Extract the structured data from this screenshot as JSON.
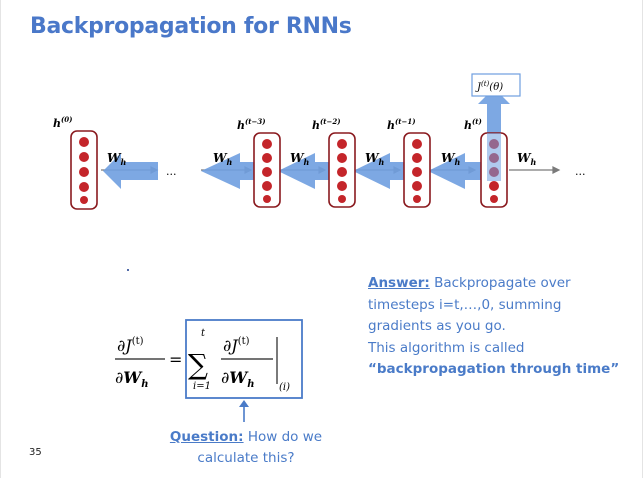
{
  "slide": {
    "title": "Backpropagation for RNNs",
    "page_number": "35"
  },
  "diagram": {
    "hidden_labels": [
      "h",
      "h",
      "h",
      "h",
      "h"
    ],
    "hidden_superscripts": [
      "(0)",
      "(t−3)",
      "(t−2)",
      "(t−1)",
      "(t)"
    ],
    "weight_symbol": "W",
    "weight_subscript": "h",
    "ellipsis": "...",
    "loss_label": "J",
    "loss_superscript": "(t)",
    "loss_arg": "(θ)"
  },
  "formula": {
    "partial": "∂",
    "J": "J",
    "sup_t": "(t)",
    "W": "W",
    "sub_h": "h",
    "equals": "=",
    "sigma": "∑",
    "sum_upper": "t",
    "sum_lower": "i=1",
    "eval_sub": "(i)"
  },
  "answer": {
    "label": "Answer:",
    "line1": " Backpropagate over",
    "line2": "timesteps i=t,…,0, summing",
    "line3": "gradients as you go.",
    "line4": "This algorithm is called",
    "line5": "“backpropagation through time”"
  },
  "question": {
    "label": "Question:",
    "line1": " How do we",
    "line2": "calculate this?"
  },
  "colors": {
    "title_blue": "#4a78c9",
    "arrow_blue": "#6f9ee0",
    "neuron_red": "#c4252a",
    "box_border": "#8a1a1f"
  }
}
